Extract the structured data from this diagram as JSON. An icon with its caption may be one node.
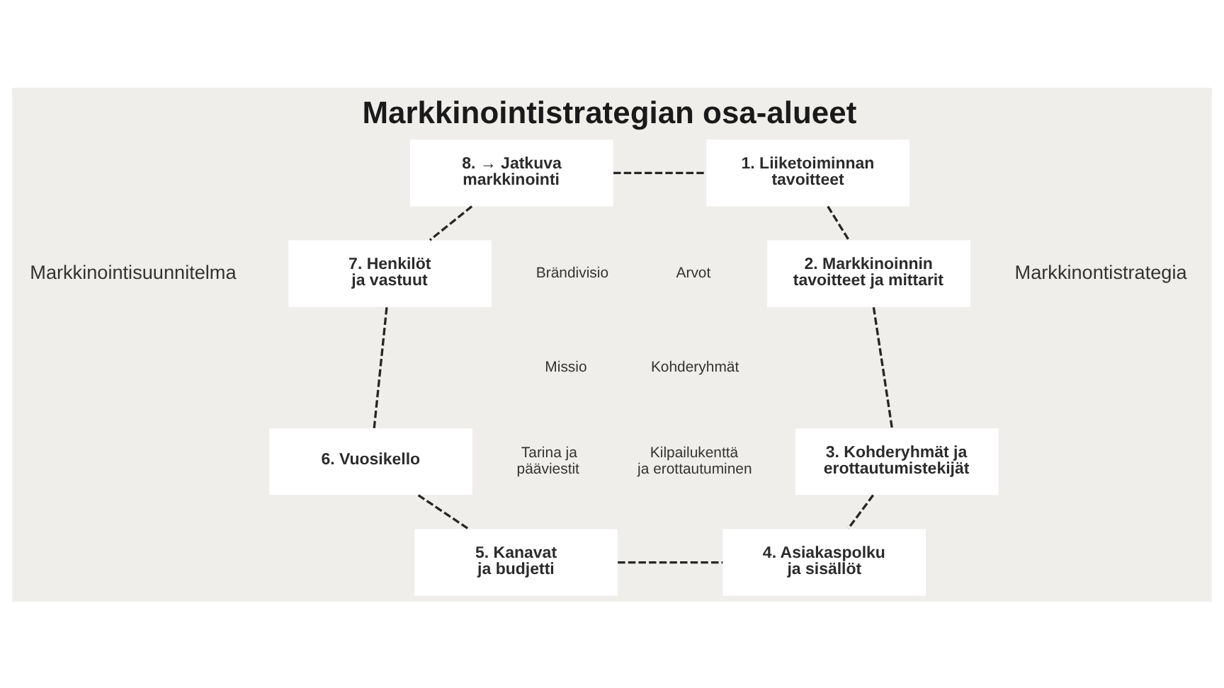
{
  "diagram": {
    "title": "Markkinointistrategian osa-alueet",
    "nodes": [
      {
        "text": [
          "1. Liiketoiminnan tavoitteet"
        ]
      },
      {
        "text": [
          "2. Markkinoinnin tavoitteet ja mittarit"
        ]
      },
      {
        "text": [
          "3. Kohderyhmät ja erottautumistekijät"
        ]
      },
      {
        "text": [
          "4. Asiakaspolku ja sisällöt"
        ]
      },
      {
        "text": [
          "5. Kanavat ja budjetti"
        ]
      },
      {
        "text": [
          "6. Vuosikello"
        ]
      },
      {
        "text": [
          "7. Henkilöt ja vastuut"
        ]
      },
      {
        "text": [
          "8. → Jatkuva markkinointi"
        ]
      }
    ],
    "edges": [
      {
        "from": 0,
        "to": 1,
        "arrow": "none",
        "style": "dashed"
      },
      {
        "from": 1,
        "to": 2,
        "arrow": "none",
        "style": "dashed"
      },
      {
        "from": 2,
        "to": 3,
        "arrow": "none",
        "style": "dashed"
      },
      {
        "from": 4,
        "to": 3,
        "arrow": "none",
        "style": "dashed"
      },
      {
        "from": 5,
        "to": 4,
        "arrow": "none",
        "style": "dashed"
      },
      {
        "from": 6,
        "to": 5,
        "arrow": "none",
        "style": "dashed"
      },
      {
        "from": 7,
        "to": 6,
        "arrow": "none",
        "style": "dashed"
      },
      {
        "from": 7,
        "to": 0,
        "arrow": "none",
        "style": "dashed"
      }
    ],
    "labels": [
      "Markkinointisuunnitelma",
      "Brändivisio",
      "Arvot",
      "Missio",
      "Kohderyhmät",
      "Tarina ja pääviestit",
      "Kilpailukenttä ja erottautuminen",
      "Markkinontistrategia"
    ]
  }
}
